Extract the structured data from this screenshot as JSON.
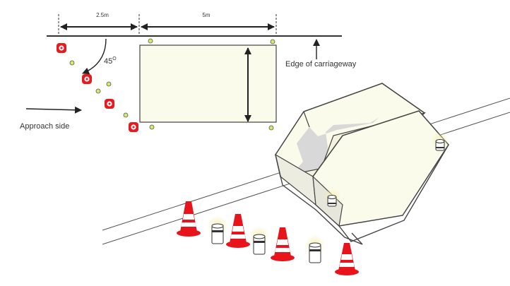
{
  "labels": {
    "dim_left": "2.5m",
    "dim_right": "5m",
    "angle": "45",
    "angle_unit": "O",
    "edge": "Edge of carriageway",
    "approach": "Approach side"
  },
  "colors": {
    "background": "#ffffff",
    "line": "#333333",
    "panel_fill": "#fbfbec",
    "cone_red": "#e8141b",
    "cone_white": "#ffffff",
    "lamp_glow": "#f6efb0",
    "lamp_dot": "#d4e86a",
    "beacon_red": "#e51b20",
    "cushion_shadow": "#d8d8d8"
  },
  "icons": {
    "cone": "traffic-cone-icon",
    "lamp": "road-lamp-icon",
    "beacon": "hazard-beacon-icon",
    "cushion": "impact-cushion-icon",
    "arrow": "arrow-icon"
  }
}
